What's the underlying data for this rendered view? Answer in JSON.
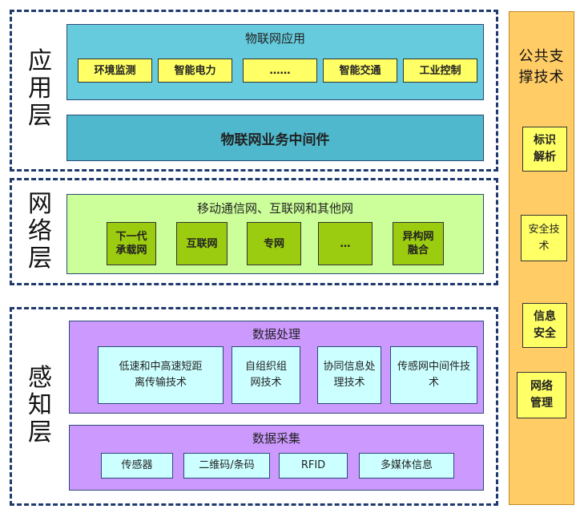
{
  "layers": {
    "application": {
      "label": "应用层",
      "app_panel_title": "物联网应用",
      "apps": [
        "环境监测",
        "智能电力",
        "……",
        "智能交通",
        "工业控制"
      ],
      "middleware_title": "物联网业务中间件"
    },
    "network": {
      "label": "网络层",
      "panel_title": "移动通信网、互联网和其他网",
      "items": [
        "下一代承载网",
        "互联网",
        "专网",
        "…",
        "异构网融合"
      ]
    },
    "perception": {
      "label": "感知层",
      "processing_title": "数据处理",
      "processing_items": [
        "低速和中高速短距离传输技术",
        "自组织组网技术",
        "协同信息处理技术",
        "传感网中间件技术"
      ],
      "collection_title": "数据采集",
      "collection_items": [
        "传感器",
        "二维码/条码",
        "RFID",
        "多媒体信息"
      ]
    }
  },
  "support": {
    "title": "公共支撑技术",
    "items": [
      "标识解析",
      "安全技术",
      "信息安全",
      "网络管理"
    ]
  },
  "colors": {
    "frame": "#1f3a6e",
    "app_panel": "#66ccdd",
    "middleware": "#4fb8cc",
    "network_panel": "#ccff99",
    "network_item": "#9ccc10",
    "perception_panel": "#cc99ff",
    "perception_item": "#ccffff",
    "support_column": "#ffcc66",
    "app_item": "#ffff66"
  }
}
